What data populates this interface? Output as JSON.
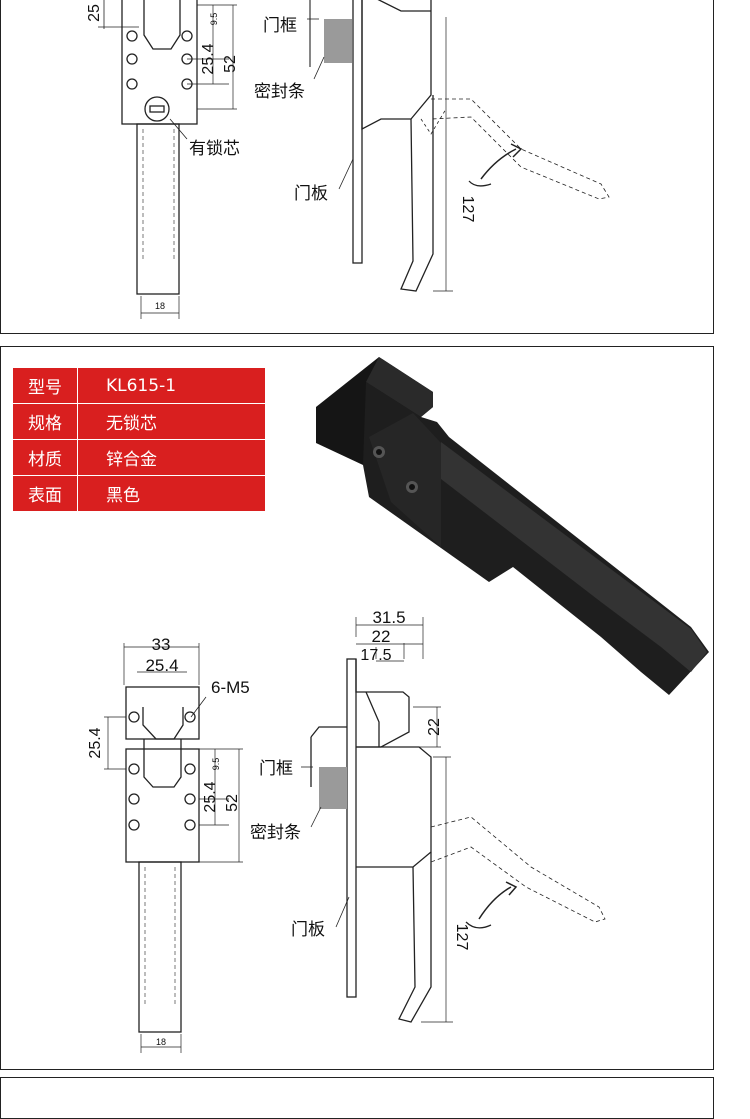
{
  "panel1": {
    "dims": {
      "d25": "25",
      "d9_5": "9.5",
      "d25_4": "25.4",
      "d52": "52",
      "d127": "127",
      "d18": "18"
    },
    "labels": {
      "door_frame": "门框",
      "seal_strip": "密封条",
      "lock_core": "有锁芯",
      "door_panel": "门板"
    }
  },
  "spec_table": [
    {
      "key": "型号",
      "value": "KL615-1"
    },
    {
      "key": "规格",
      "value": "无锁芯"
    },
    {
      "key": "材质",
      "value": "锌合金"
    },
    {
      "key": "表面",
      "value": "黑色"
    }
  ],
  "panel2": {
    "dims": {
      "d33": "33",
      "d25_4_top": "25.4",
      "m5": "6-M5",
      "d25_4_left": "25.4",
      "d9_5": "9.5",
      "d25_4": "25.4",
      "d52": "52",
      "d18": "18",
      "d31_5": "31.5",
      "d22_top": "22",
      "d17_5": "17.5",
      "d22_side": "22",
      "d127": "127"
    },
    "labels": {
      "door_frame": "门框",
      "seal_strip": "密封条",
      "door_panel": "门板"
    }
  },
  "colors": {
    "spec_bg": "#d91f1f",
    "latch_body": "#1e1e1e",
    "seal": "#9a9a9a"
  }
}
